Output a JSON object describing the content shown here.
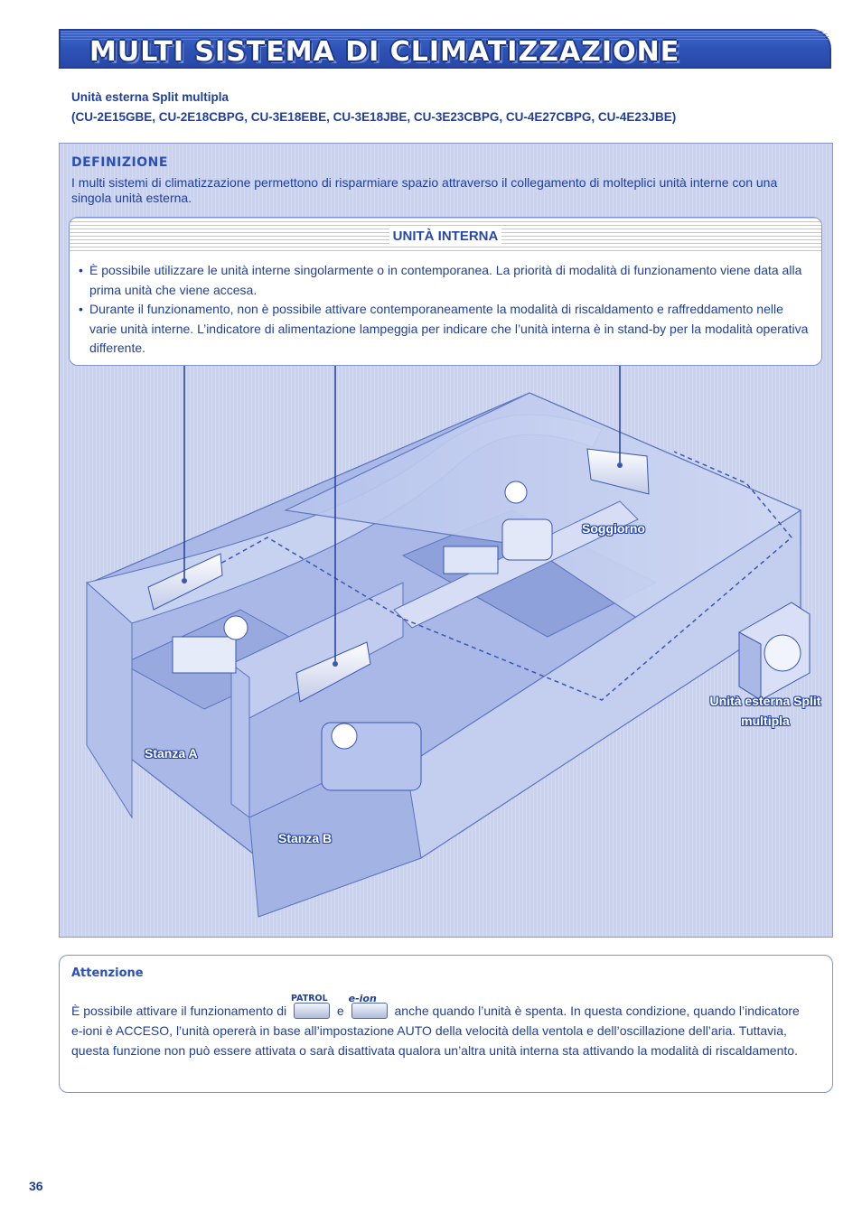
{
  "title": "MULTI SISTEMA DI CLIMATIZZAZIONE",
  "subtitle": {
    "line1": "Unità esterna Split multipla",
    "line2": "(CU-2E15GBE, CU-2E18CBPG, CU-3E18EBE, CU-3E18JBE, CU-3E23CBPG, CU-4E27CBPG, CU-4E23JBE)"
  },
  "definition": {
    "heading": "DEFINIZIONE",
    "text": "I multi sistemi di climatizzazione permettono di risparmiare spazio attraverso il collegamento di molteplici unità interne con una singola unità esterna."
  },
  "indoor_unit": {
    "heading": "UNITÀ INTERNA",
    "bullets": [
      "È possibile utilizzare le unità interne singolarmente o in contemporanea. La priorità di modalità di funzionamento viene data alla prima unità che viene accesa.",
      "Durante il funzionamento, non è possibile attivare contemporaneamente la modalità di riscaldamento e raffreddamento nelle varie unità interne. L’indicatore di alimentazione lampeggia per indicare che l’unità interna è in stand-by per la modalità operativa differente."
    ]
  },
  "diagram_labels": {
    "living_room": "Soggiorno",
    "outdoor_unit_line1": "Unità esterna Split",
    "outdoor_unit_line2": "multipla",
    "room_a": "Stanza A",
    "room_b": "Stanza B"
  },
  "attention": {
    "heading": "Attenzione",
    "text_before": "È possibile attivare il funzionamento di",
    "patrol_label": "PATROL",
    "conjunction": "e",
    "eion_label": "e-ion",
    "text_after": "anche quando l’unità è spenta. In questa condizione, quando l’indicatore e-ioni è ACCESO, l’unità opererà in base all’impostazione AUTO della velocità della ventola e dell’oscillazione dell’aria. Tuttavia, questa funzione non può essere attivata o sarà disattivata qualora un’altra unità interna sta attivando la modalità di riscaldamento."
  },
  "page_number": "36",
  "colors": {
    "primary": "#2d52b5",
    "text": "#1f3f9c",
    "panel": "#c9d2ef",
    "floor": "#9aacdf"
  }
}
